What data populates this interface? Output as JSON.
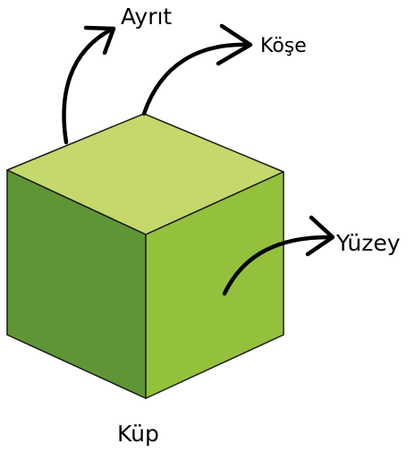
{
  "labels": {
    "edge": "Ayrıt",
    "vertex": "Köşe",
    "face": "Yüzey",
    "shape": "Küp"
  },
  "colors": {
    "top_face": "#c4d86b",
    "left_face": "#5e9635",
    "right_face": "#93c13b",
    "arrow": "#000000"
  }
}
